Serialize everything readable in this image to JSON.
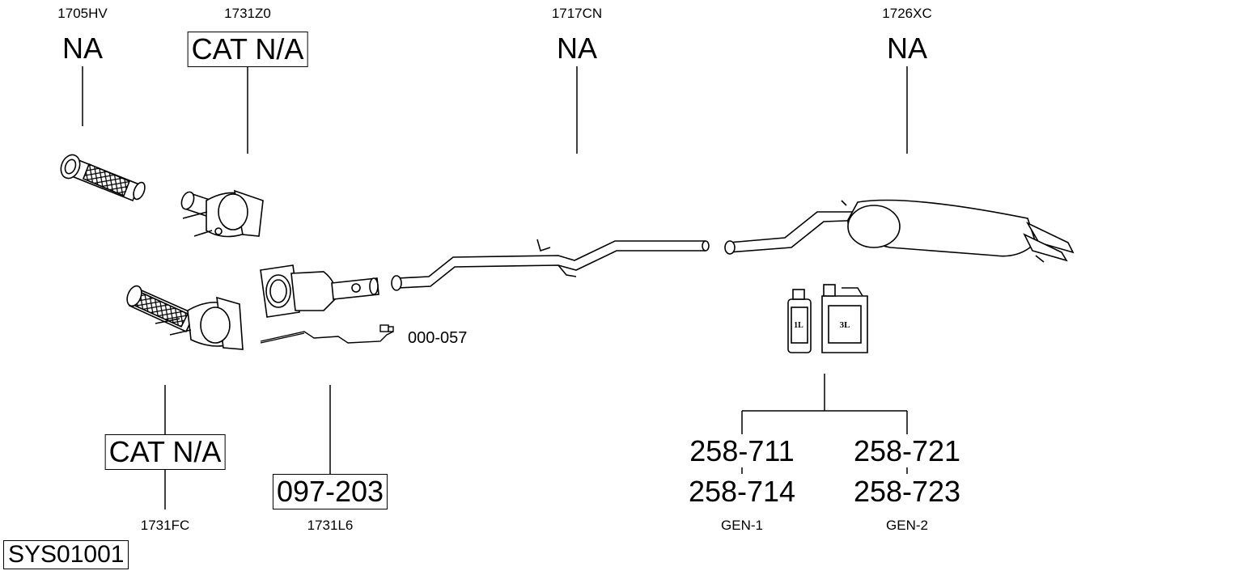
{
  "parts": {
    "p1705hv": {
      "code": "1705HV",
      "ref": "NA"
    },
    "p1731z0": {
      "code": "1731Z0",
      "ref": "CAT N/A"
    },
    "p1717cn": {
      "code": "1717CN",
      "ref": "NA"
    },
    "p1726xc": {
      "code": "1726XC",
      "ref": "NA"
    },
    "p1731fc": {
      "code": "1731FC",
      "ref": "CAT N/A"
    },
    "p1731l6": {
      "code": "1731L6",
      "ref": "097-203"
    }
  },
  "sensor": {
    "ref": "000-057"
  },
  "fluids": {
    "bottle_small_label": "1L",
    "bottle_large_label": "3L",
    "gen1": {
      "top": "258-711",
      "bottom": "258-714",
      "label": "GEN-1"
    },
    "gen2": {
      "top": "258-721",
      "bottom": "258-723",
      "label": "GEN-2"
    }
  },
  "system_id": "SYS01001"
}
